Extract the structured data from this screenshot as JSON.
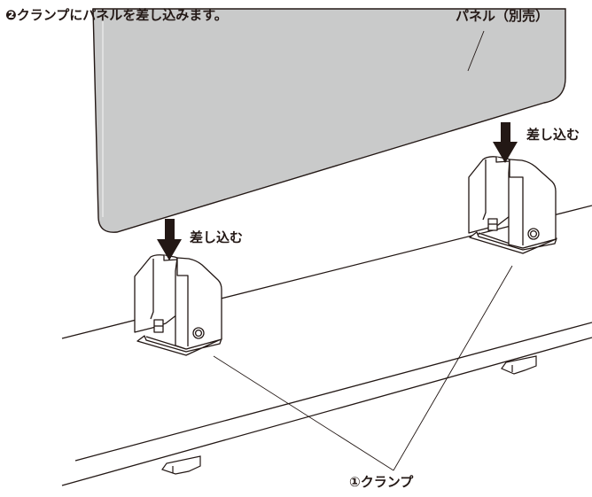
{
  "instruction": {
    "step_marker": "❷",
    "text": "クランプにパネルを差し込みます。"
  },
  "labels": {
    "panel": "パネル（別売）",
    "insert_right": "差し込む",
    "insert_left": "差し込む",
    "clamp": "①クランプ"
  },
  "colors": {
    "line": "#231815",
    "panel_fill": "#c9caca",
    "clamp_fill": "#ffffff",
    "arrow": "#231815"
  }
}
